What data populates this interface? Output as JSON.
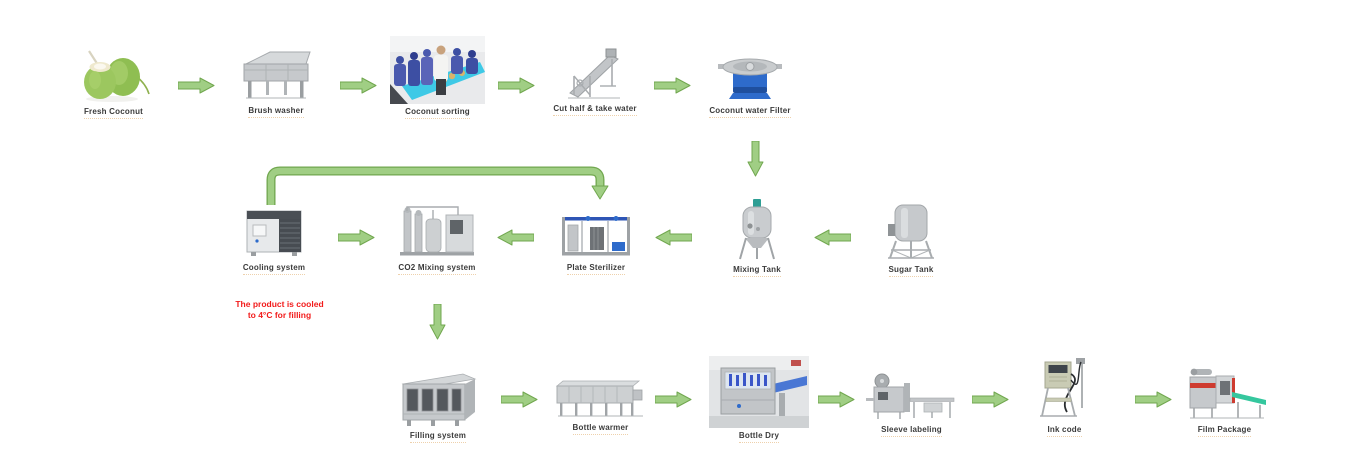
{
  "diagram": {
    "name": "Coconut water production process flow",
    "colors": {
      "background": "#ffffff",
      "arrow_fill": "#A0CE84",
      "arrow_stroke": "#71A74F",
      "label_color": "#3b3b3b",
      "note_color": "#f21b1b"
    },
    "nodes": [
      {
        "label": "Fresh Coconut",
        "image": "fresh-coconut-photo"
      },
      {
        "label": "Brush washer",
        "image": "brush-washer-machine-photo"
      },
      {
        "label": "Coconut sorting",
        "image": "coconut-sorting-workers-photo"
      },
      {
        "label": "Cut half & take water",
        "image": "cutting-conveyor-machine-photo"
      },
      {
        "label": "Coconut water Filter",
        "image": "vibrating-filter-machine-photo"
      },
      {
        "label": "Mixing Tank",
        "image": "mixing-tank-photo"
      },
      {
        "label": "Sugar Tank",
        "image": "sugar-tank-photo"
      },
      {
        "label": "Plate Sterilizer",
        "image": "plate-sterilizer-machine-photo"
      },
      {
        "label": "CO2 Mixing system",
        "image": "co2-mixing-machine-photo"
      },
      {
        "label": "Cooling system",
        "image": "chiller-unit-photo"
      },
      {
        "label": "Filling system",
        "image": "filling-machine-photo"
      },
      {
        "label": "Bottle warmer",
        "image": "bottle-warmer-tunnel-photo"
      },
      {
        "label": "Bottle Dry",
        "image": "bottle-dryer-machine-photo"
      },
      {
        "label": "Sleeve labeling",
        "image": "sleeve-labeling-machine-photo"
      },
      {
        "label": "Ink code",
        "image": "inkjet-coder-machine-photo"
      },
      {
        "label": "Film Package",
        "image": "film-shrink-wrapper-photo"
      }
    ],
    "note": {
      "line1": "The product is cooled",
      "line2": "to 4°C for filling"
    },
    "arrows": [
      {
        "from": "Fresh Coconut",
        "to": "Brush washer",
        "direction": "right"
      },
      {
        "from": "Brush washer",
        "to": "Coconut sorting",
        "direction": "right"
      },
      {
        "from": "Coconut sorting",
        "to": "Cut half & take water",
        "direction": "right"
      },
      {
        "from": "Cut half & take water",
        "to": "Coconut water Filter",
        "direction": "right"
      },
      {
        "from": "Coconut water Filter",
        "to": "Mixing Tank",
        "direction": "down"
      },
      {
        "from": "Sugar Tank",
        "to": "Mixing Tank",
        "direction": "left"
      },
      {
        "from": "Mixing Tank",
        "to": "Plate Sterilizer",
        "direction": "left"
      },
      {
        "from": "Plate Sterilizer",
        "to": "CO2 Mixing system",
        "direction": "left"
      },
      {
        "from": "Cooling system",
        "to": "CO2 Mixing system",
        "direction": "right"
      },
      {
        "from": "Cooling system",
        "to": "Plate Sterilizer",
        "direction": "loop-over-top"
      },
      {
        "from": "CO2 Mixing system",
        "to": "Filling system",
        "direction": "down"
      },
      {
        "from": "Filling system",
        "to": "Bottle warmer",
        "direction": "right"
      },
      {
        "from": "Bottle warmer",
        "to": "Bottle Dry",
        "direction": "right"
      },
      {
        "from": "Bottle Dry",
        "to": "Sleeve labeling",
        "direction": "right"
      },
      {
        "from": "Sleeve labeling",
        "to": "Ink code",
        "direction": "right"
      },
      {
        "from": "Ink code",
        "to": "Film Package",
        "direction": "right"
      }
    ]
  }
}
